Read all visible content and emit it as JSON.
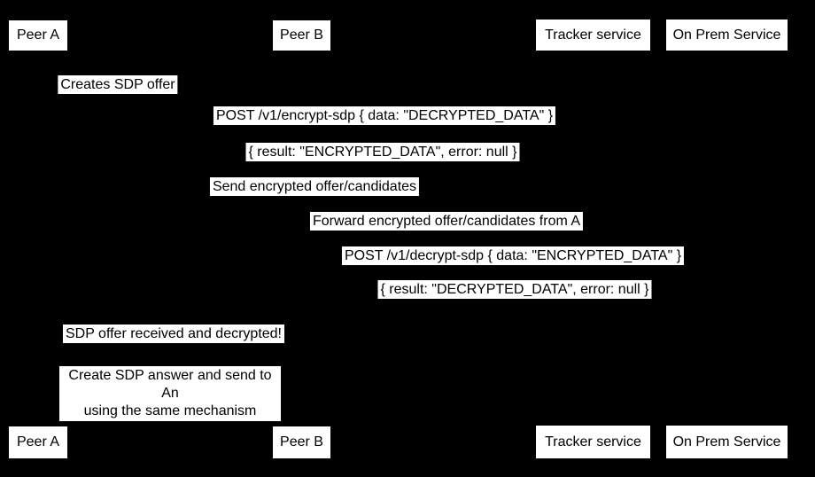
{
  "diagram": {
    "type": "sequence",
    "colors": {
      "background": "#000000",
      "box_fill": "#ffffff",
      "box_text": "#000000"
    },
    "actors": [
      {
        "label": "Peer A"
      },
      {
        "label": "Peer B"
      },
      {
        "label": "Tracker service"
      },
      {
        "label": "On Prem Service"
      }
    ],
    "messages": [
      {
        "label": "Creates SDP offer"
      },
      {
        "label": "POST /v1/encrypt-sdp { data: \"DECRYPTED_DATA\" }"
      },
      {
        "label": "{ result: \"ENCRYPTED_DATA\", error: null }"
      },
      {
        "label": "Send encrypted offer/candidates"
      },
      {
        "label": "Forward encrypted offer/candidates from A"
      },
      {
        "label": "POST /v1/decrypt-sdp { data: \"ENCRYPTED_DATA\" }"
      },
      {
        "label": "{ result: \"DECRYPTED_DATA\", error: null }"
      },
      {
        "label": "SDP offer received and decrypted!"
      }
    ],
    "note": {
      "line1": "Create SDP answer and send to An",
      "line2": "using the same mechanism"
    }
  }
}
